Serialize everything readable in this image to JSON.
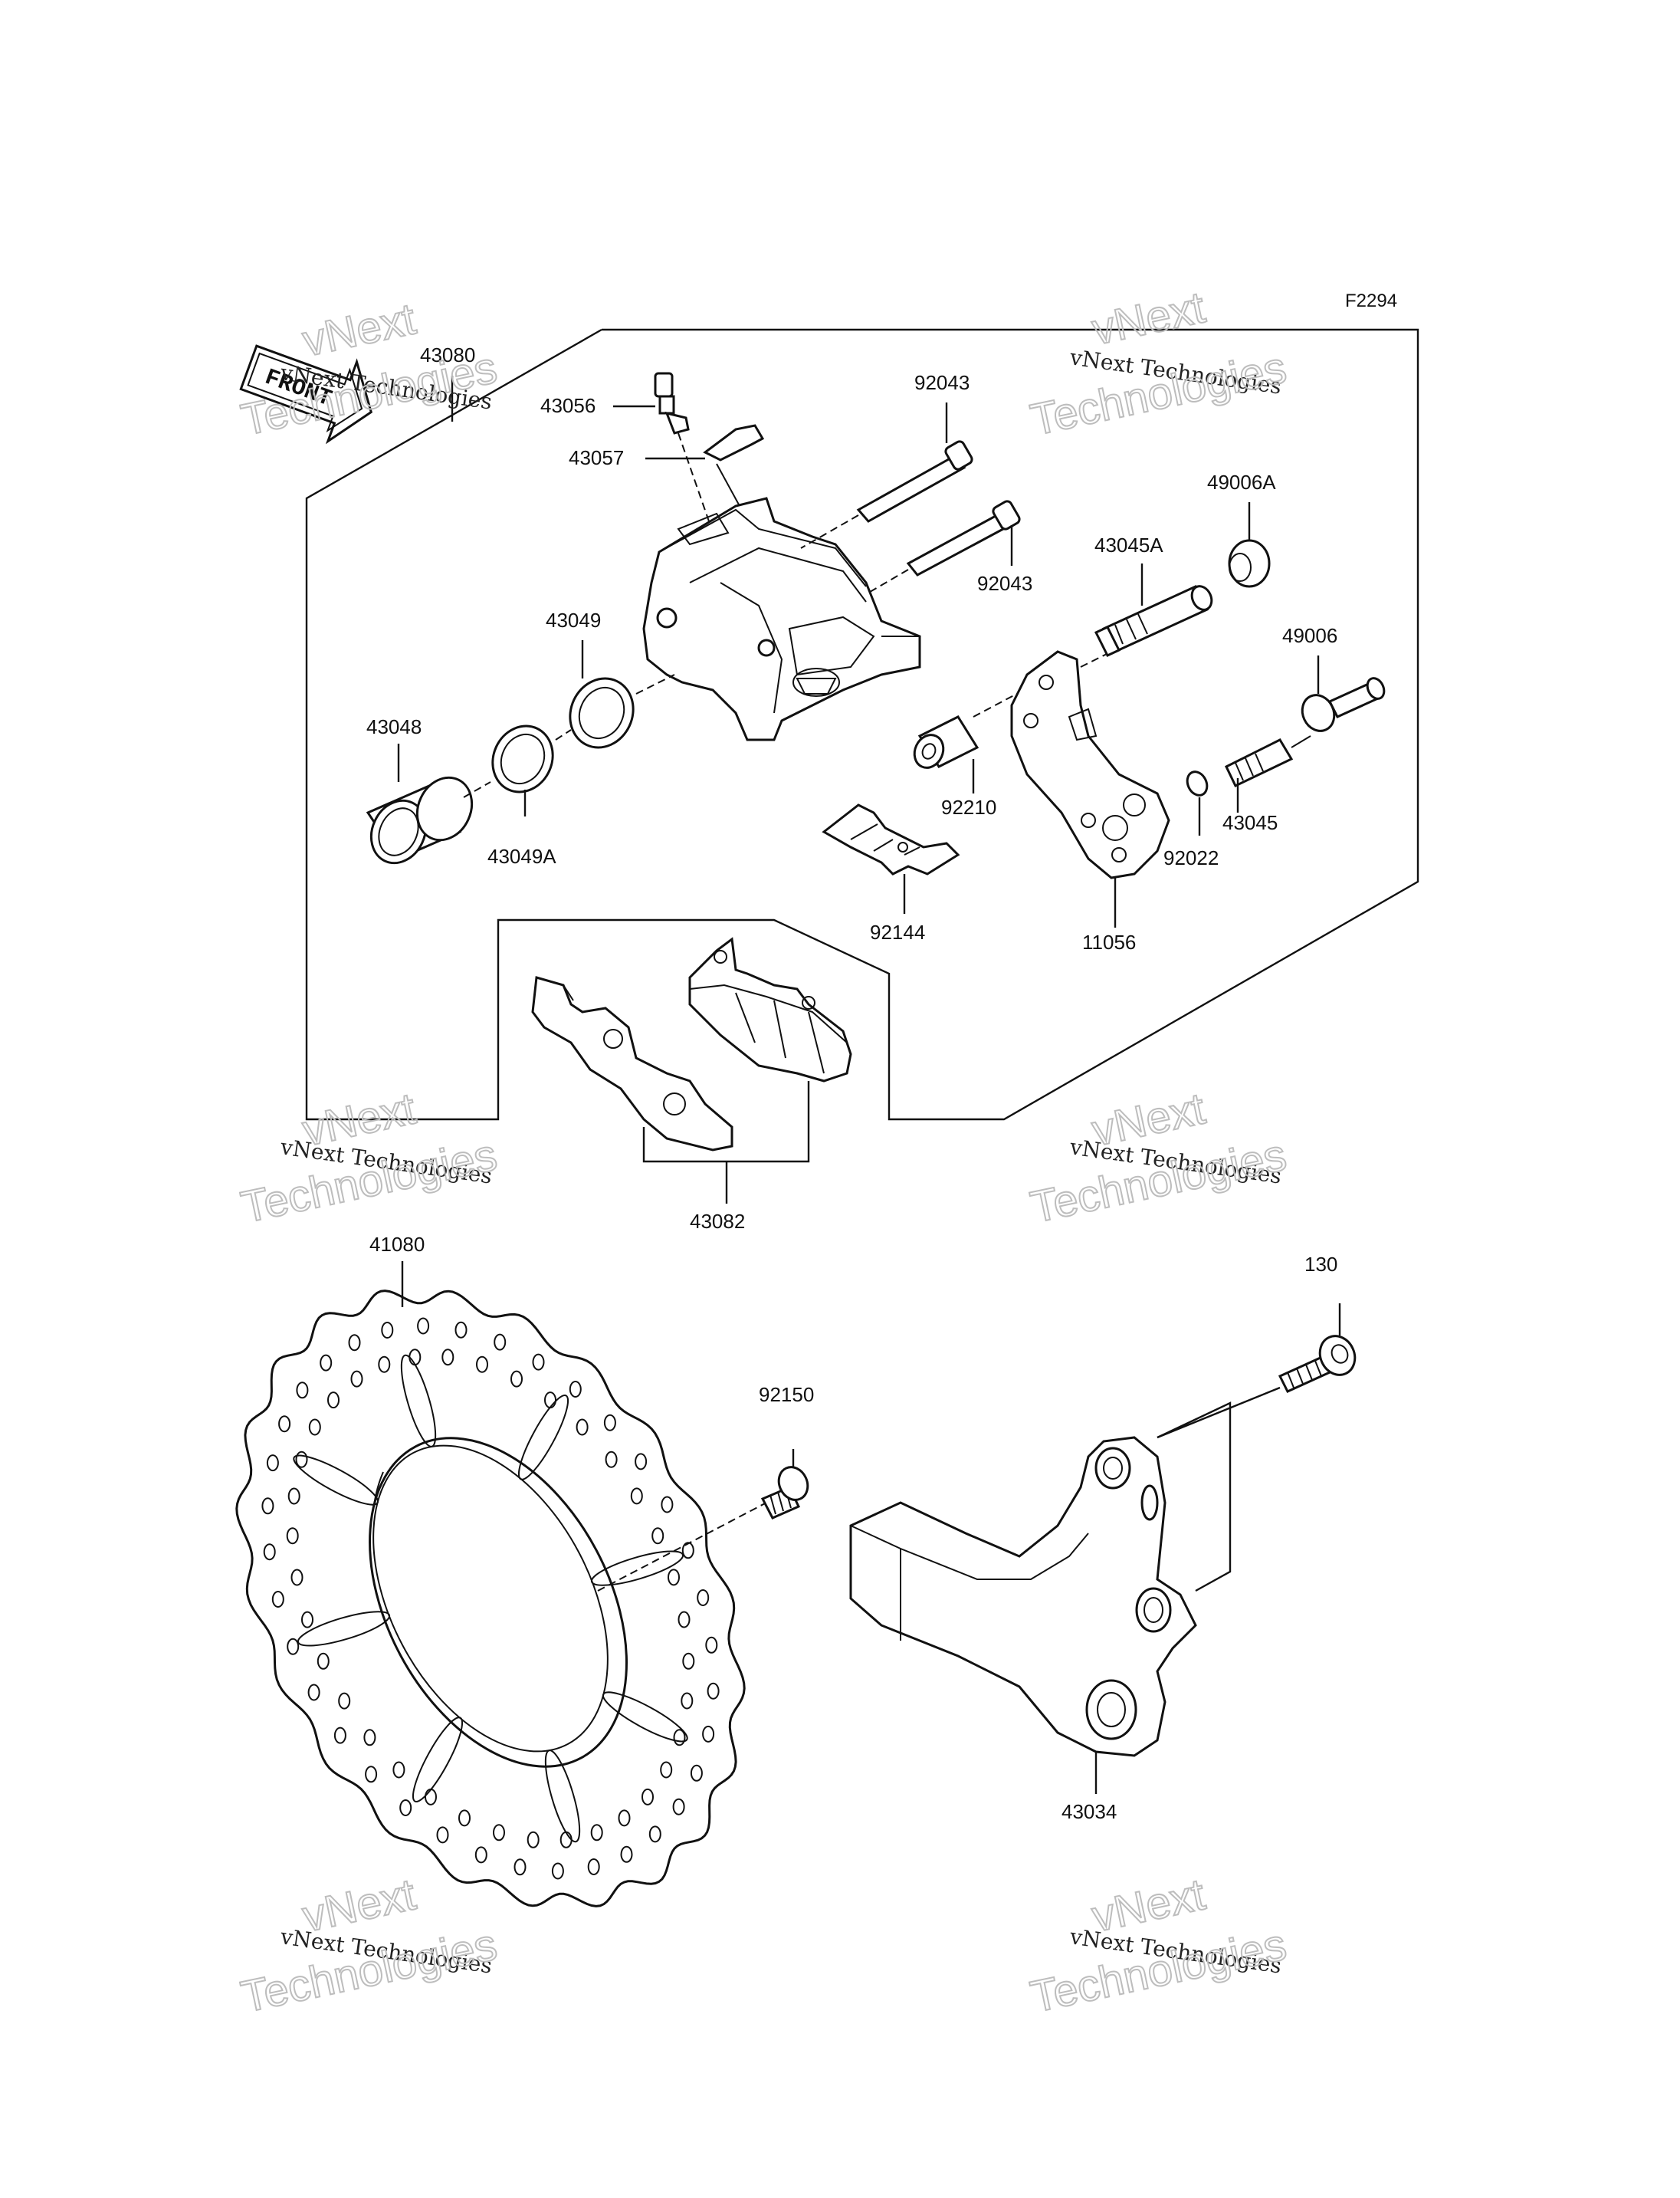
{
  "diagram": {
    "code": "F2294",
    "front_label": "FRONT"
  },
  "watermark": {
    "company": "vNext Technologies",
    "word1": "vNext",
    "word2": "Technologies"
  },
  "parts": [
    {
      "id": "p-43080",
      "num": "43080"
    },
    {
      "id": "p-43056",
      "num": "43056"
    },
    {
      "id": "p-43057",
      "num": "43057"
    },
    {
      "id": "p-92043a",
      "num": "92043"
    },
    {
      "id": "p-92043b",
      "num": "92043"
    },
    {
      "id": "p-49006A",
      "num": "49006A"
    },
    {
      "id": "p-43045A",
      "num": "43045A"
    },
    {
      "id": "p-43049",
      "num": "43049"
    },
    {
      "id": "p-49006",
      "num": "49006"
    },
    {
      "id": "p-43048",
      "num": "43048"
    },
    {
      "id": "p-92210",
      "num": "92210"
    },
    {
      "id": "p-43045",
      "num": "43045"
    },
    {
      "id": "p-43049A",
      "num": "43049A"
    },
    {
      "id": "p-92022",
      "num": "92022"
    },
    {
      "id": "p-92144",
      "num": "92144"
    },
    {
      "id": "p-11056",
      "num": "11056"
    },
    {
      "id": "p-43082",
      "num": "43082"
    },
    {
      "id": "p-41080",
      "num": "41080"
    },
    {
      "id": "p-130",
      "num": "130"
    },
    {
      "id": "p-92150",
      "num": "92150"
    },
    {
      "id": "p-43034",
      "num": "43034"
    }
  ]
}
